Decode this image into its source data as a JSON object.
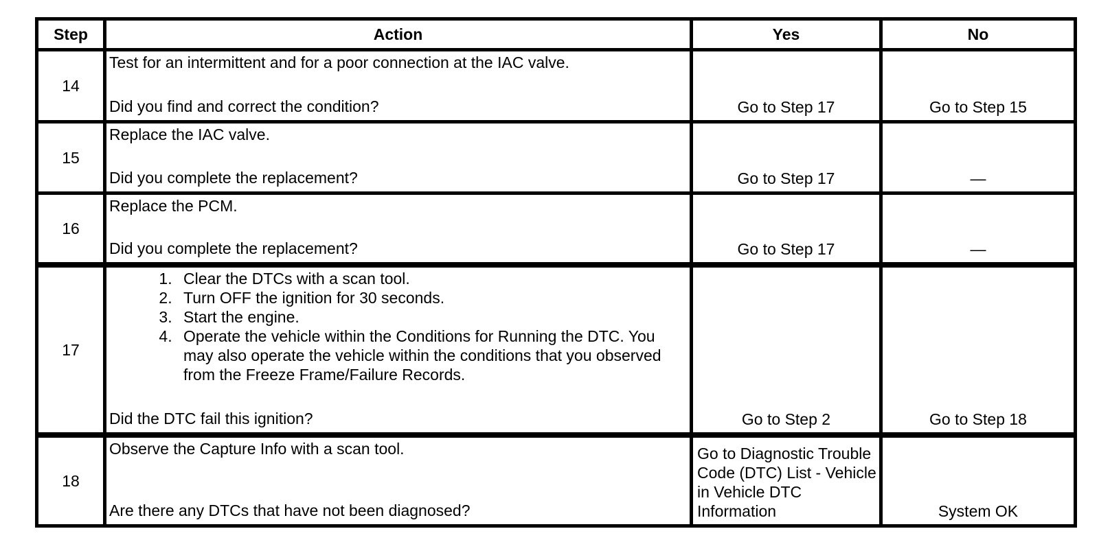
{
  "colors": {
    "background": "#ffffff",
    "text": "#000000",
    "border": "#000000"
  },
  "table": {
    "headers": {
      "step": "Step",
      "action": "Action",
      "yes": "Yes",
      "no": "No"
    },
    "rows": [
      {
        "step": "14",
        "action": "Test for an intermittent and for a poor connection at the IAC valve.",
        "question": "Did you find and correct the condition?",
        "yes": "Go to Step 17",
        "no": "Go to Step 15"
      },
      {
        "step": "15",
        "action": "Replace the IAC valve.",
        "question": "Did you complete the replacement?",
        "yes": "Go to Step 17",
        "no": "—"
      },
      {
        "step": "16",
        "action": "Replace the PCM.",
        "question": "Did you complete the replacement?",
        "yes": "Go to Step 17",
        "no": "—"
      },
      {
        "step": "17",
        "action_list": [
          "Clear the DTCs with a scan tool.",
          "Turn OFF the ignition for 30 seconds.",
          "Start the engine.",
          "Operate the vehicle within the Conditions for Running the DTC. You may also operate the vehicle within the conditions that you observed from the Freeze Frame/Failure Records."
        ],
        "question": "Did the DTC fail this ignition?",
        "yes": "Go to Step 2",
        "no": "Go to Step 18"
      },
      {
        "step": "18",
        "action": "Observe the Capture Info with a scan tool.",
        "question": "Are there any DTCs that have not been diagnosed?",
        "yes": "Go to Diagnostic Trouble Code (DTC) List - Vehicle in Vehicle DTC Information",
        "no": "System OK"
      }
    ]
  }
}
